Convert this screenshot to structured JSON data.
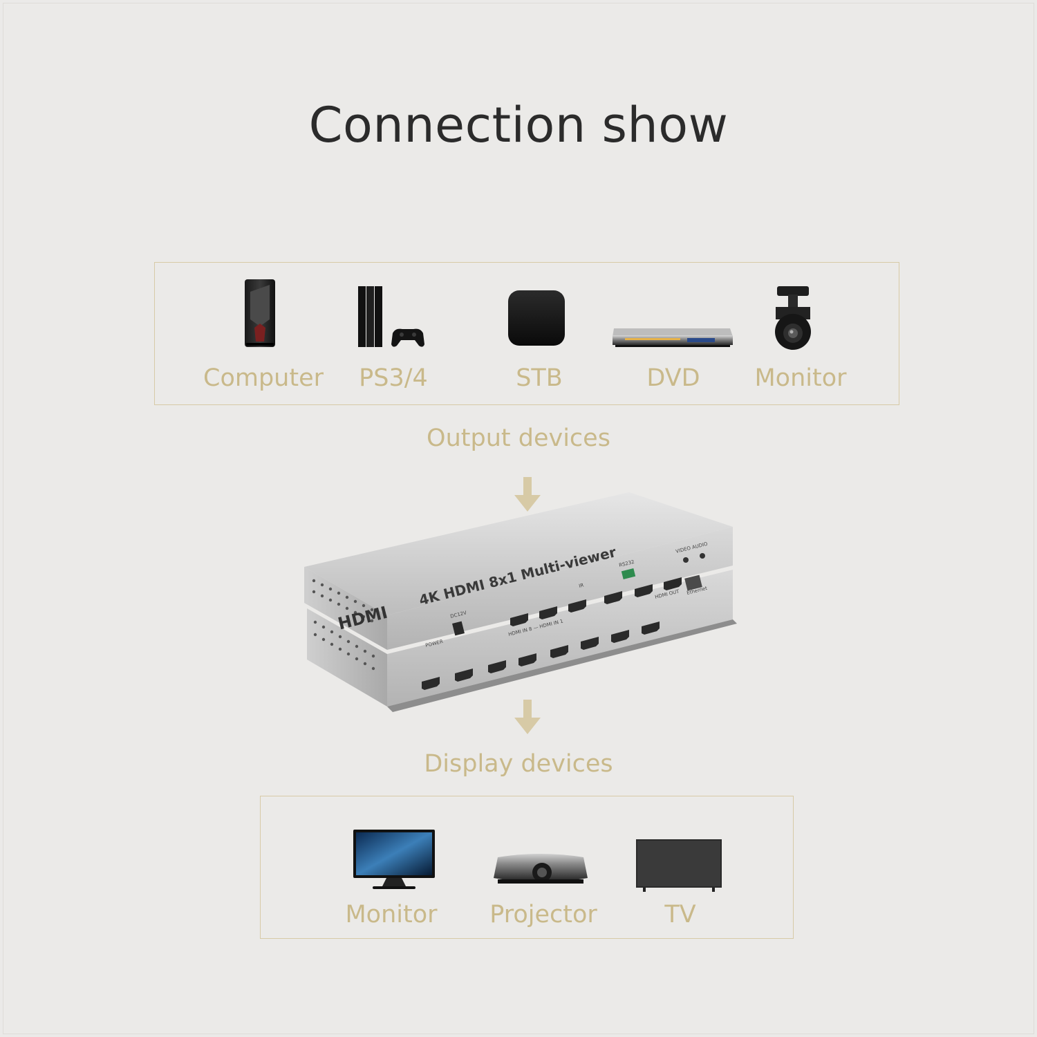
{
  "title": "Connection show",
  "source_devices": [
    {
      "label": "Computer",
      "icon": "computer-tower-icon"
    },
    {
      "label": "PS3/4",
      "icon": "game-console-icon"
    },
    {
      "label": "STB",
      "icon": "set-top-box-icon"
    },
    {
      "label": "DVD",
      "icon": "dvd-player-icon"
    },
    {
      "label": "Monitor",
      "icon": "security-camera-icon"
    }
  ],
  "output_caption": "Output devices",
  "display_caption": "Display devices",
  "display_devices": [
    {
      "label": "Monitor",
      "icon": "monitor-icon"
    },
    {
      "label": "Projector",
      "icon": "projector-icon"
    },
    {
      "label": "TV",
      "icon": "tv-icon"
    }
  ],
  "device": {
    "brand": "HDMI",
    "model": "4K HDMI 8x1 Multi-viewer",
    "ir_label": "IR",
    "rs232_label": "RS232",
    "video_audio_label": "VIDEO AUDIO",
    "power_label": "POWER",
    "dc_label": "DC12V",
    "hdmi_in_label": "HDMI IN 8 — HDMI IN 1",
    "hdmi_out_label": "HDMI OUT",
    "ethernet_label": "Ethernet"
  },
  "colors": {
    "background": "#ebeae8",
    "accent": "#c9b98a",
    "border": "#d7caa6",
    "title": "#2b2b2b"
  }
}
